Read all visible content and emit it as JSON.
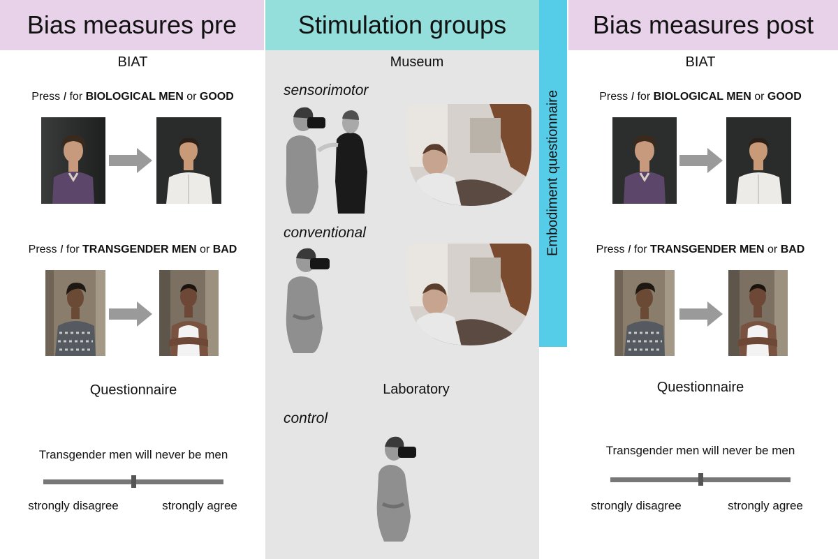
{
  "headers": {
    "pre": "Bias measures pre",
    "stim": "Stimulation groups",
    "post": "Bias measures post"
  },
  "side": "Embodiment questionnaire",
  "pre": {
    "biat": "BIAT",
    "instr1": {
      "a": "Press ",
      "key": "I",
      "b": " for ",
      "t1": "BIOLOGICAL MEN",
      "or": " or ",
      "t2": "GOOD"
    },
    "instr2": {
      "a": "Press ",
      "key": "I",
      "b": " for ",
      "t1": "TRANSGENDER MEN",
      "or": " or ",
      "t2": "BAD"
    },
    "questionnaire": "Questionnaire",
    "statement": "Transgender men will never be men",
    "left": "strongly disagree",
    "right": "strongly agree",
    "slider_value": 0.5
  },
  "post": {
    "biat": "BIAT",
    "instr1": {
      "a": "Press ",
      "key": "I",
      "b": " for ",
      "t1": "BIOLOGICAL MEN",
      "or": " or ",
      "t2": "GOOD"
    },
    "instr2": {
      "a": "Press ",
      "key": "I",
      "b": " for ",
      "t1": "TRANSGENDER MEN",
      "or": " or ",
      "t2": "BAD"
    },
    "questionnaire": "Questionnaire",
    "statement": "Transgender men will never be men",
    "left": "strongly disagree",
    "right": "strongly agree",
    "slider_value": 0.5
  },
  "stim": {
    "museum": "Museum",
    "sensorimotor": "sensorimotor",
    "conventional": "conventional",
    "laboratory": "Laboratory",
    "control": "control"
  },
  "colors": {
    "header_pink": "#e8d2ea",
    "header_teal": "#94dfdb",
    "side_blue": "#55cde9",
    "panel_gray": "#e5e5e5"
  }
}
